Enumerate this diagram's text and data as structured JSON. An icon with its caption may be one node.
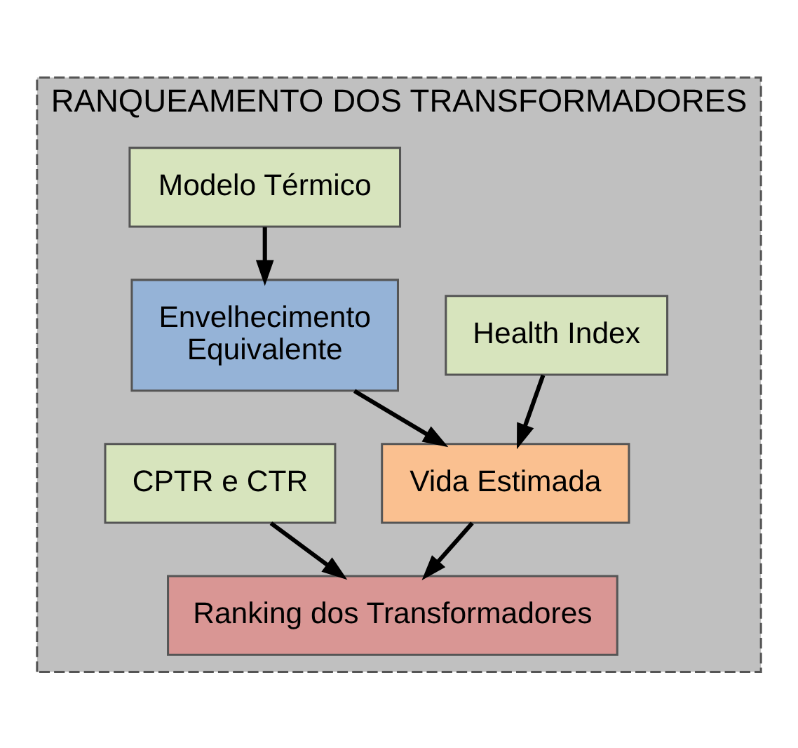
{
  "diagram": {
    "nodes": [
      {
        "text": [
          "RANQUEAMENTO DOS TRANSFORMADORES"
        ]
      },
      {
        "text": [
          "Health Index"
        ],
        "in": 0
      },
      {
        "text": [
          "Modelo Térmico"
        ],
        "in": 0
      },
      {
        "text": [
          "CPTR e CTR"
        ],
        "in": 0
      },
      {
        "text": [
          "Envelhecimento Equivalente"
        ],
        "in": 0
      },
      {
        "text": [
          "Vida Estimada"
        ],
        "in": 0
      },
      {
        "text": [
          "Ranking dos Transformadores"
        ],
        "in": 0
      }
    ],
    "edges": [
      {
        "from": 2,
        "to": 4,
        "arrow": "to"
      },
      {
        "from": 1,
        "to": 5,
        "arrow": "to"
      },
      {
        "from": 4,
        "to": 5,
        "arrow": "to"
      },
      {
        "from": 5,
        "to": 6,
        "arrow": "to"
      },
      {
        "from": 3,
        "to": 6,
        "arrow": "to"
      }
    ]
  }
}
